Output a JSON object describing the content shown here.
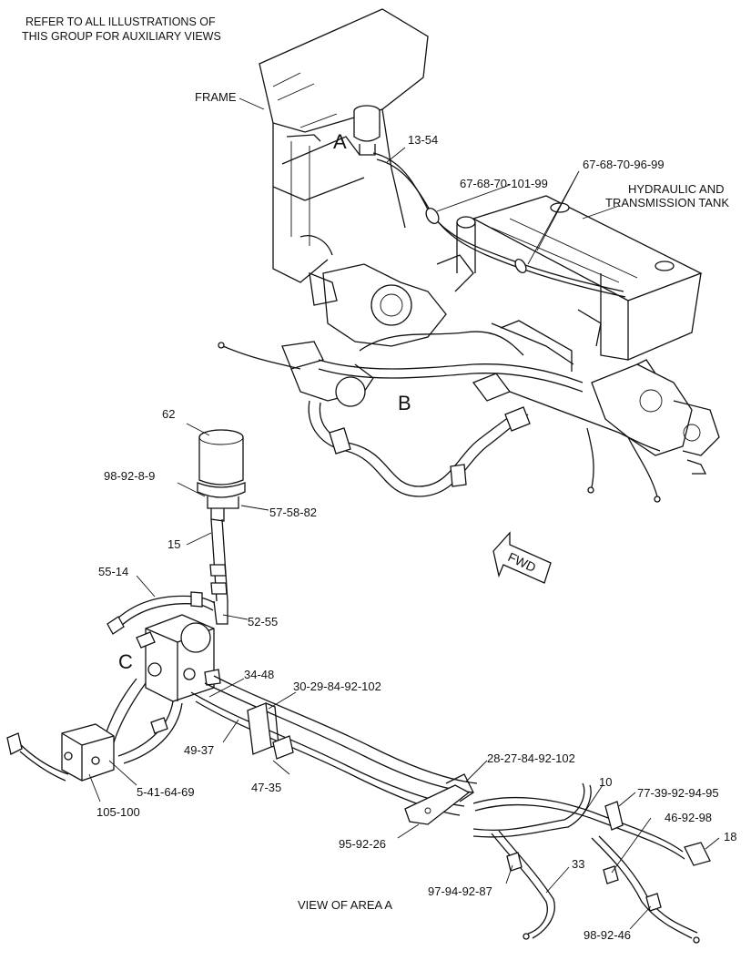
{
  "header_note": [
    "REFER TO ALL ILLUSTRATIONS OF",
    "THIS GROUP FOR AUXILIARY VIEWS"
  ],
  "area_markers": {
    "a": "A",
    "b": "B",
    "c": "C"
  },
  "fwd_arrow": "FWD",
  "view_caption": "VIEW OF AREA A",
  "callouts": {
    "frame": "FRAME",
    "c_13_54": "13-54",
    "c_67_68_70_96_99": "67-68-70-96-99",
    "c_67_68_70_101_99": "67-68-70-101-99",
    "tank": [
      "HYDRAULIC AND",
      "TRANSMISSION TANK"
    ],
    "c_62": "62",
    "c_98_92_8_9": "98-92-8-9",
    "c_57_58_82": "57-58-82",
    "c_15": "15",
    "c_55_14": "55-14",
    "c_52_55": "52-55",
    "c_34_48": "34-48",
    "c_30_29_84_92_102": "30-29-84-92-102",
    "c_49_37": "49-37",
    "c_47_35": "47-35",
    "c_5_41_64_69": "5-41-64-69",
    "c_105_100": "105-100",
    "c_28_27_84_92_102": "28-27-84-92-102",
    "c_10": "10",
    "c_77_39_92_94_95": "77-39-92-94-95",
    "c_46_92_98": "46-92-98",
    "c_18": "18",
    "c_95_92_26": "95-92-26",
    "c_33": "33",
    "c_97_94_92_87": "97-94-92-87",
    "c_98_92_46": "98-92-46"
  }
}
